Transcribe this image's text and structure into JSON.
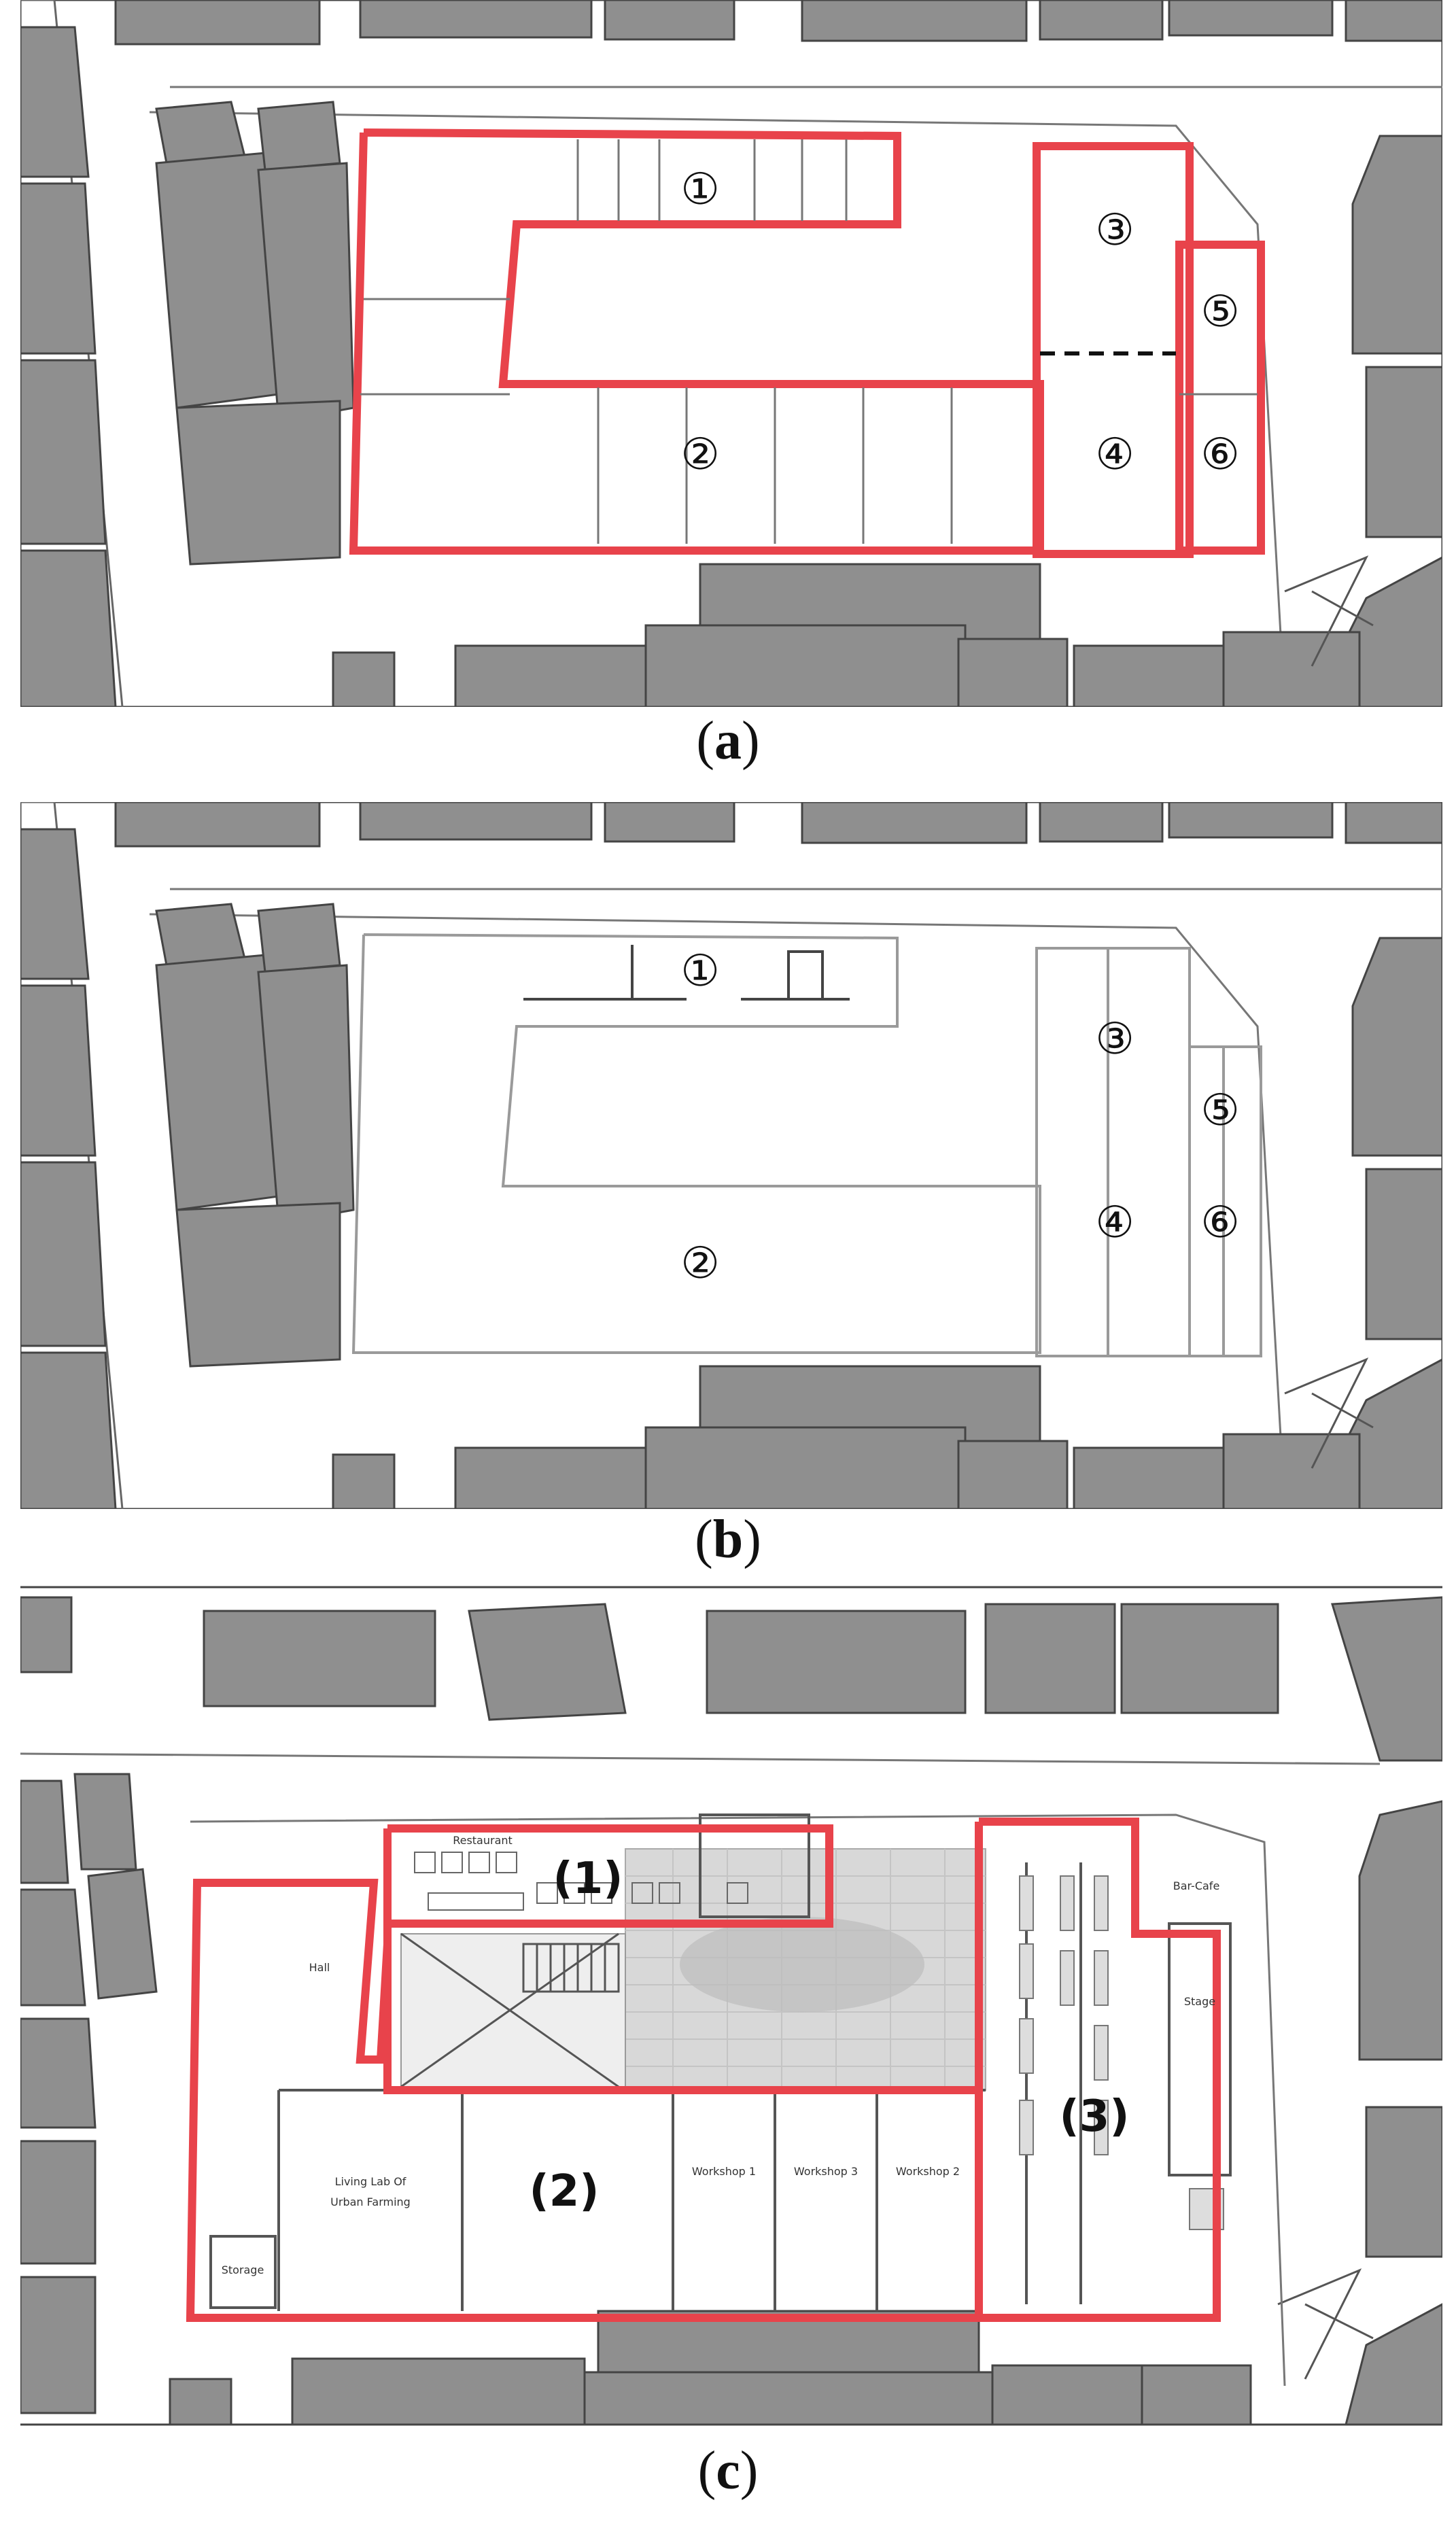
{
  "figure": {
    "panels": [
      {
        "caption_open": "(",
        "caption_letter": "a",
        "caption_close": ")",
        "zones": [
          {
            "label": "①"
          },
          {
            "label": "②"
          },
          {
            "label": "③"
          },
          {
            "label": "④"
          },
          {
            "label": "⑤"
          },
          {
            "label": "⑥"
          }
        ]
      },
      {
        "caption_open": "(",
        "caption_letter": "b",
        "caption_close": ")",
        "zones": [
          {
            "label": "①"
          },
          {
            "label": "②"
          },
          {
            "label": "③"
          },
          {
            "label": "④"
          },
          {
            "label": "⑤"
          },
          {
            "label": "⑥"
          }
        ]
      },
      {
        "caption_open": "(",
        "caption_letter": "c",
        "caption_close": ")",
        "zones": [
          {
            "label": "(1)"
          },
          {
            "label": "(2)"
          },
          {
            "label": "(3)"
          }
        ],
        "rooms": {
          "restaurant": "Restaurant",
          "hall": "Hall",
          "living_lab_1": "Living Lab Of",
          "living_lab_2": "Urban Farming",
          "workshop_1": "Workshop 1",
          "workshop_2": "Workshop 2",
          "workshop_3": "Workshop 3",
          "storage": "Storage",
          "stage": "Stage",
          "bar": "Bar-Cafe"
        }
      }
    ],
    "colors": {
      "building_gray": "#8f8f8f",
      "building_stroke": "#444444",
      "highlight_red": "#e8434b",
      "plan_line": "#555555",
      "paving": "#d8d8d8"
    }
  }
}
